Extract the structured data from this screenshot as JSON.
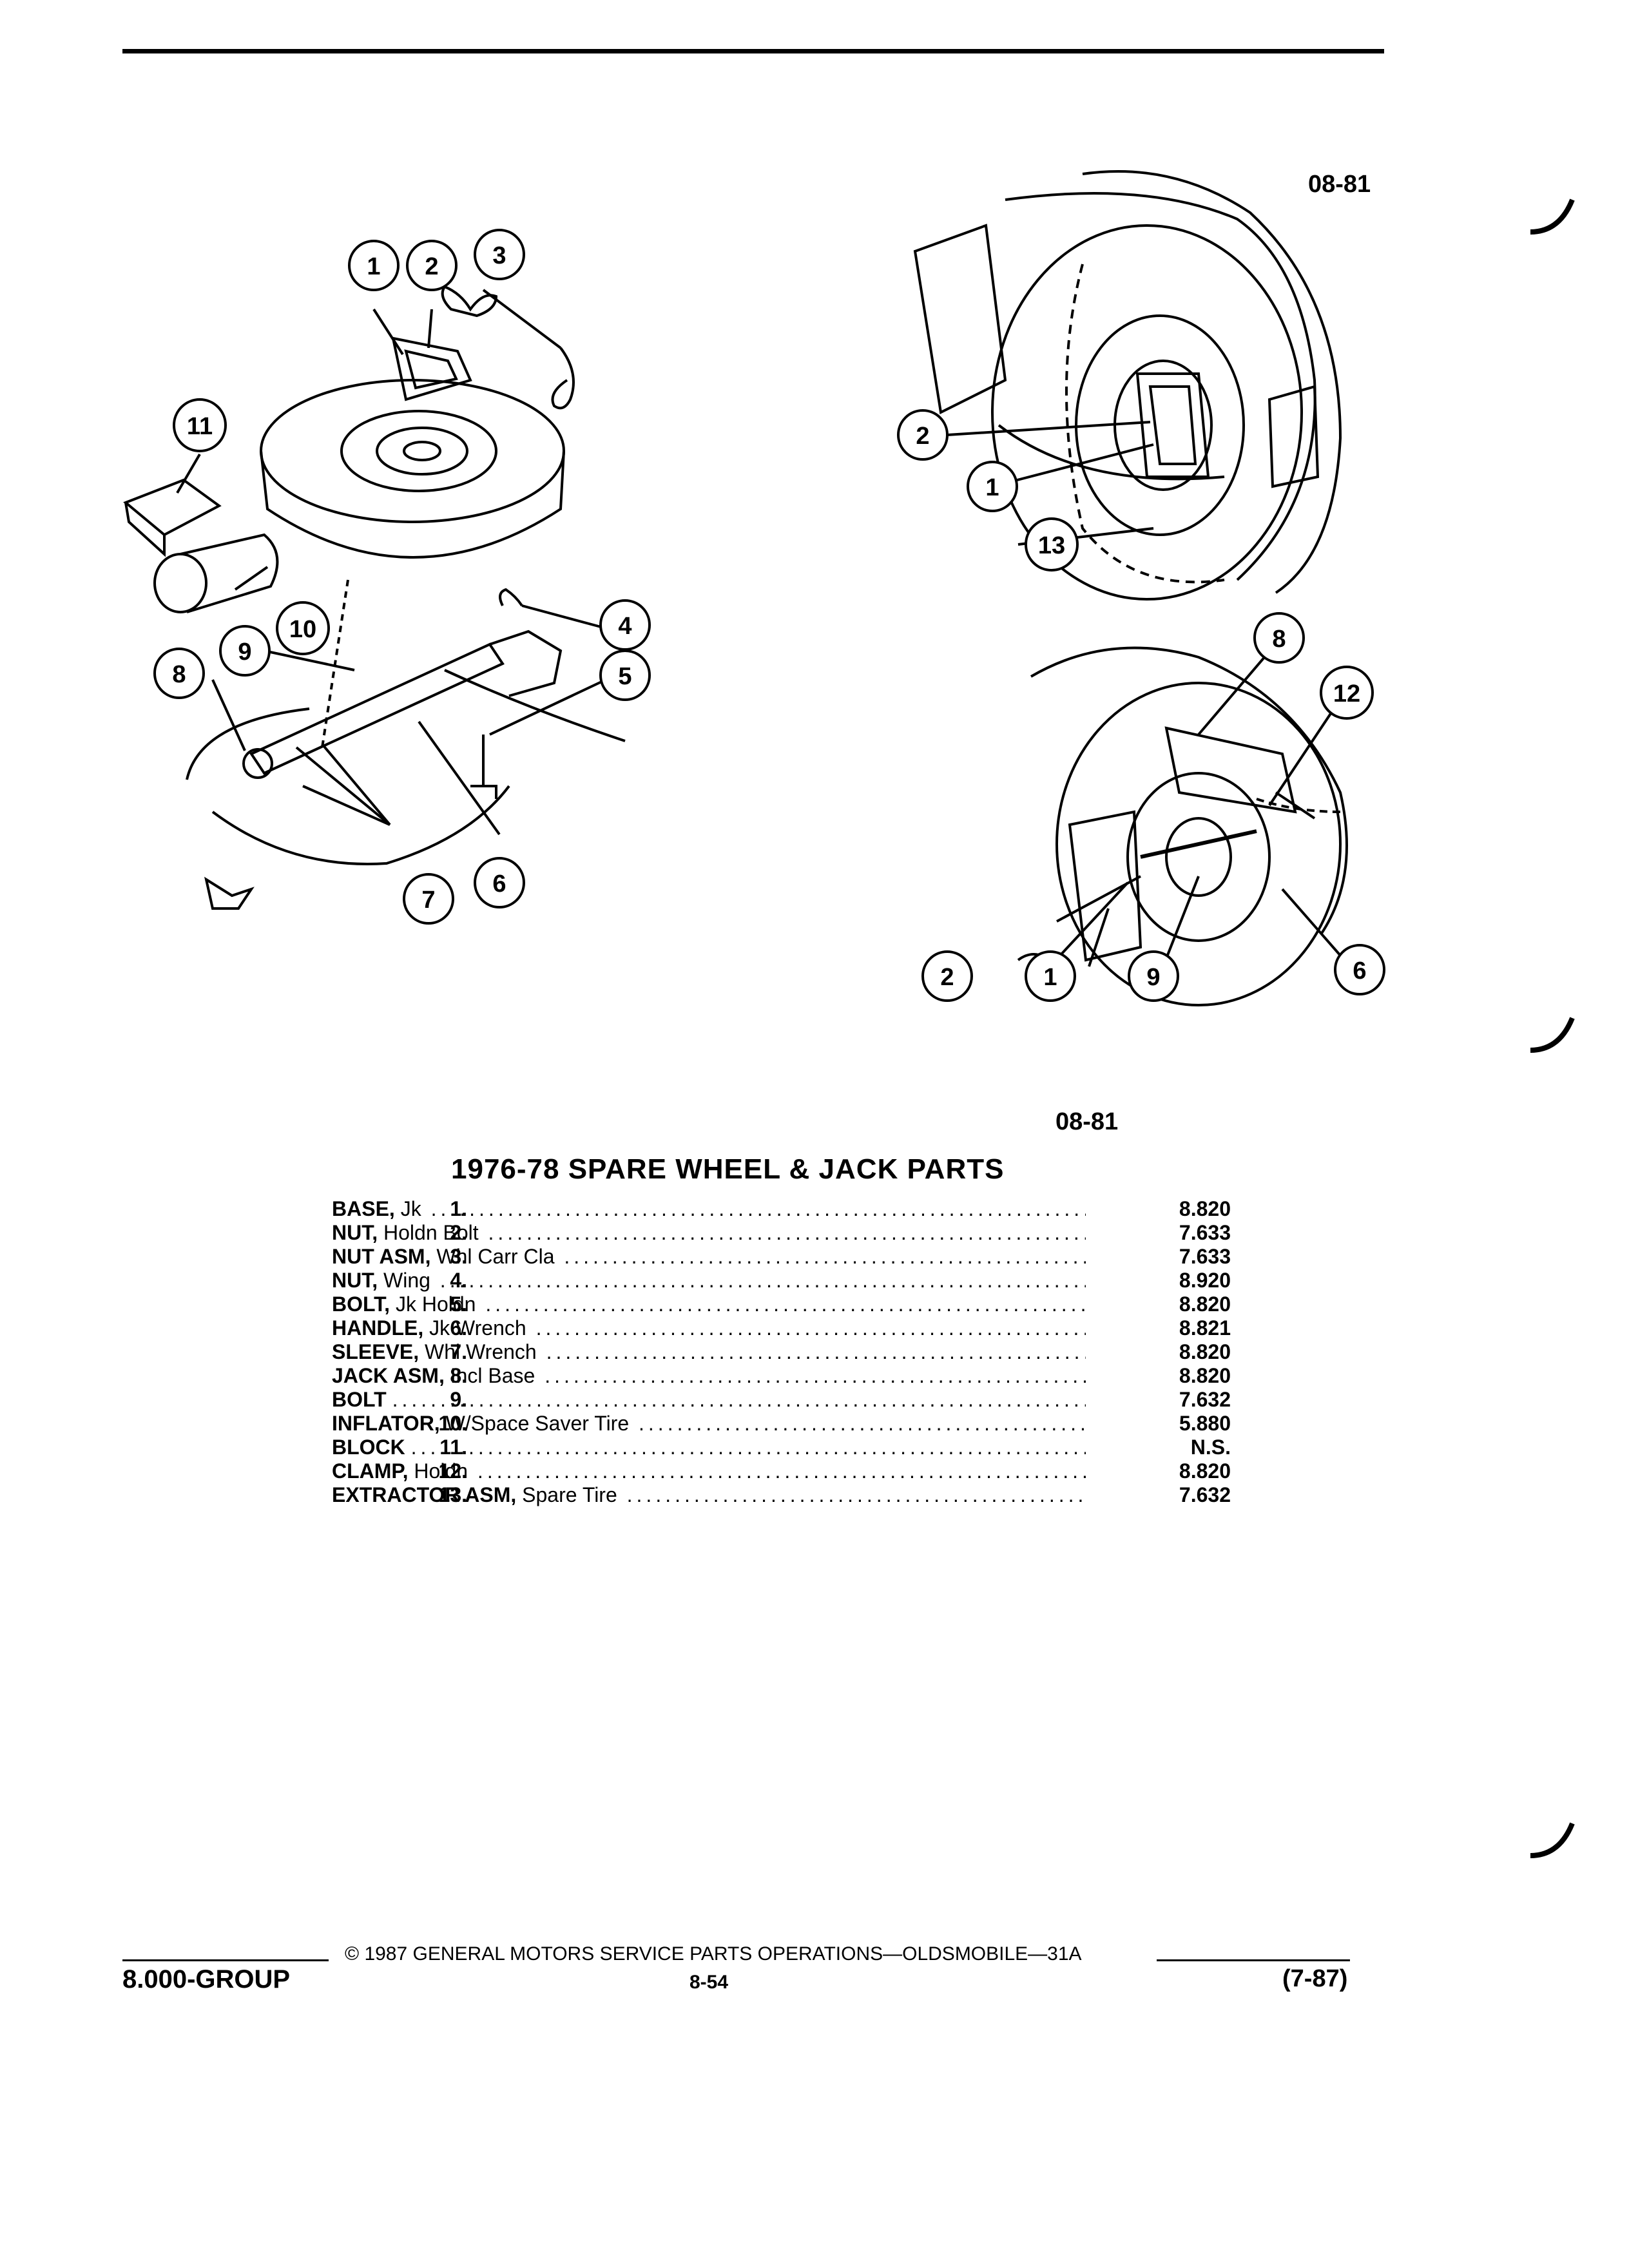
{
  "figure_codes": {
    "upper": "08-81",
    "lower": "08-81"
  },
  "callouts": {
    "left": [
      "1",
      "2",
      "3",
      "11",
      "10",
      "4",
      "9",
      "8",
      "5",
      "7",
      "6"
    ],
    "right_top": [
      "2",
      "1",
      "13"
    ],
    "right_bottom": [
      "8",
      "12",
      "2",
      "1",
      "9",
      "6"
    ]
  },
  "title": "1976-78 SPARE WHEEL & JACK PARTS",
  "parts": [
    {
      "num": "1.",
      "name": "BASE,",
      "desc": "Jk",
      "value": "8.820"
    },
    {
      "num": "2.",
      "name": "NUT,",
      "desc": "Holdn Bolt",
      "value": "7.633"
    },
    {
      "num": "3.",
      "name": "NUT ASM,",
      "desc": "Whl Carr Cla",
      "value": "7.633"
    },
    {
      "num": "4.",
      "name": "NUT,",
      "desc": "Wing",
      "value": "8.920"
    },
    {
      "num": "5.",
      "name": "BOLT,",
      "desc": "Jk Holdn",
      "value": "8.820"
    },
    {
      "num": "6.",
      "name": "HANDLE,",
      "desc": "Jk Wrench",
      "value": "8.821"
    },
    {
      "num": "7.",
      "name": "SLEEVE,",
      "desc": "Whl Wrench",
      "value": "8.820"
    },
    {
      "num": "8.",
      "name": "JACK ASM,",
      "desc": "Incl Base",
      "value": "8.820"
    },
    {
      "num": "9.",
      "name": "BOLT",
      "desc": "",
      "value": "7.632"
    },
    {
      "num": "10.",
      "name": "INFLATOR,",
      "desc": "W/Space Saver Tire",
      "value": "5.880"
    },
    {
      "num": "11.",
      "name": "BLOCK",
      "desc": "",
      "value": "N.S."
    },
    {
      "num": "12.",
      "name": "CLAMP,",
      "desc": "Holdn",
      "value": "8.820"
    },
    {
      "num": "13.",
      "name": "EXTRACTOR ASM,",
      "desc": "Spare Tire",
      "value": "7.632"
    }
  ],
  "footer": {
    "copyright": "© 1987 GENERAL MOTORS SERVICE PARTS OPERATIONS—OLDSMOBILE—31A",
    "group": "8.000-GROUP",
    "page": "8-54",
    "date": "(7-87)"
  }
}
